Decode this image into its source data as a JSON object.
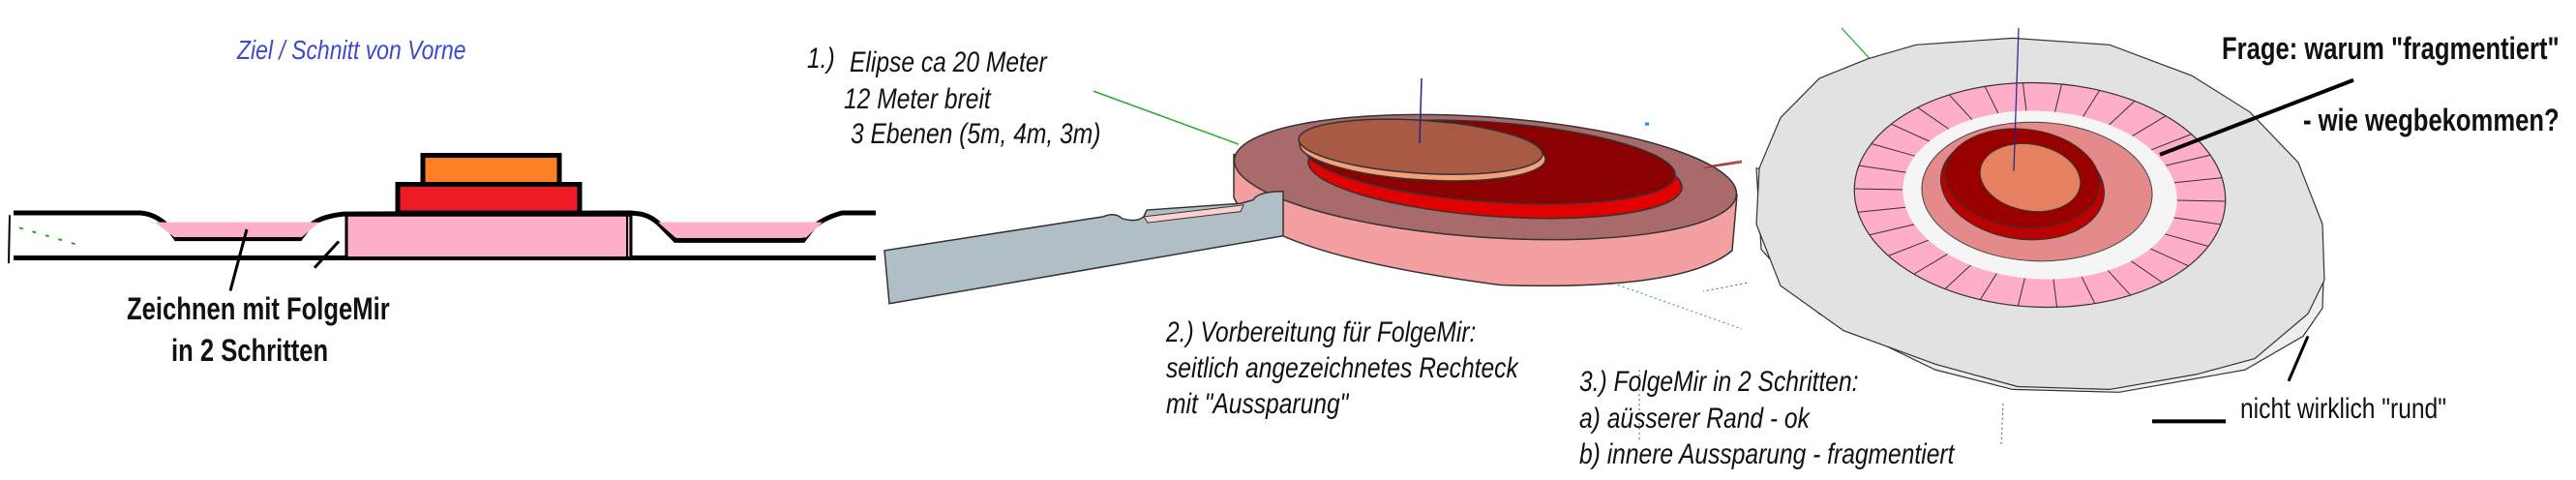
{
  "section_view": {
    "title": "Ziel / Schnitt von Vorne",
    "caption_line1": "Zeichnen mit FolgeMir",
    "caption_line2": "in 2 Schritten"
  },
  "step1": {
    "number": "1.)",
    "line1": "Elipse ca 20 Meter",
    "line2": "12 Meter breit",
    "line3": "3 Ebenen (5m, 4m, 3m)"
  },
  "step2": {
    "line1": "2.) Vorbereitung für FolgeMir:",
    "line2": "seitlich angezeichnetes Rechteck",
    "line3": "mit \"Aussparung\""
  },
  "step3": {
    "line1": "3.) FolgeMir in 2 Schritten:",
    "line2": "a) aüsserer Rand - ok",
    "line3": "b) innere Aussparung - fragmentiert"
  },
  "question": {
    "line1": "Frage: warum \"fragmentiert\"",
    "line2": "- wie wegbekommen?",
    "note": "nicht wirklich \"rund\""
  },
  "colors": {
    "title_blue": "#3f48cc",
    "orange": "#ff7f27",
    "red": "#ed1c24",
    "pink": "#ffaec9",
    "slab_gray": "#b0bec5",
    "disk_white": "#e6e6e6"
  }
}
